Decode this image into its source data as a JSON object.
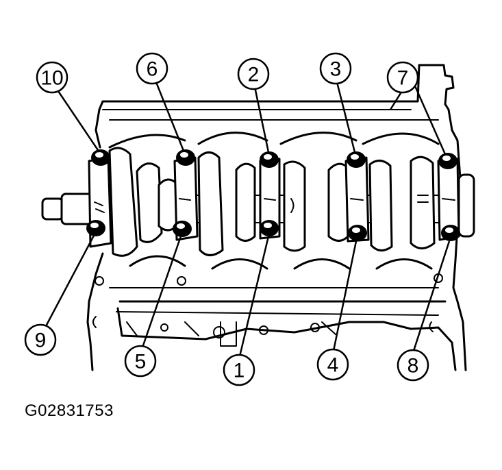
{
  "figure": {
    "id": "G02831753",
    "callouts": [
      {
        "label": "10"
      },
      {
        "label": "6"
      },
      {
        "label": "2"
      },
      {
        "label": "3"
      },
      {
        "label": "7"
      },
      {
        "label": "9"
      },
      {
        "label": "5"
      },
      {
        "label": "1"
      },
      {
        "label": "4"
      },
      {
        "label": "8"
      }
    ]
  }
}
